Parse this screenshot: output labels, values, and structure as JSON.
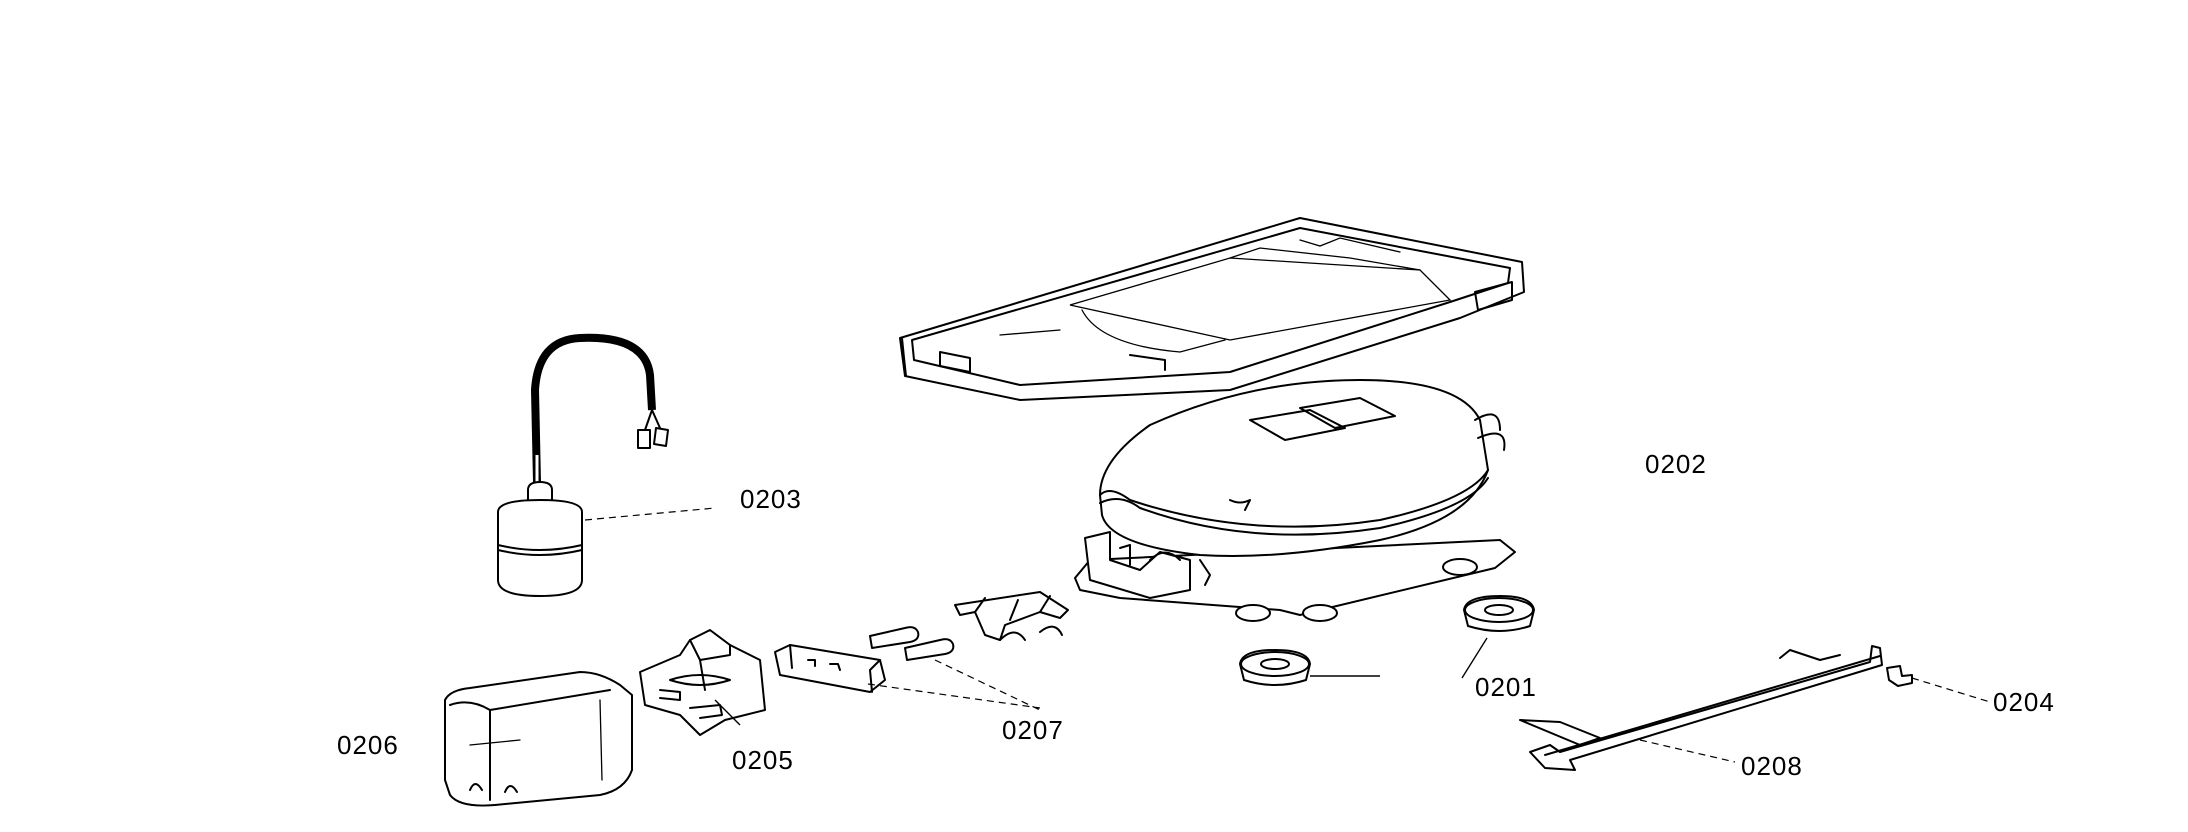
{
  "diagram": {
    "callouts": [
      {
        "id": "0201",
        "label": "0201"
      },
      {
        "id": "0202",
        "label": "0202"
      },
      {
        "id": "0203",
        "label": "0203"
      },
      {
        "id": "0204",
        "label": "0204"
      },
      {
        "id": "0205",
        "label": "0205"
      },
      {
        "id": "0206",
        "label": "0206"
      },
      {
        "id": "0207",
        "label": "0207"
      },
      {
        "id": "0208",
        "label": "0208"
      }
    ]
  }
}
